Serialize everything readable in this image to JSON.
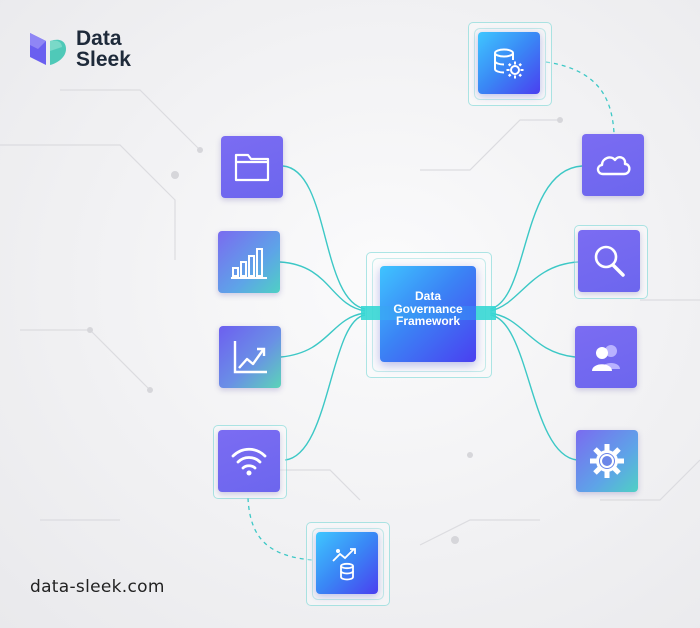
{
  "brand": {
    "name_line1": "Data",
    "name_line2": "Sleek",
    "url": "data-sleek.com"
  },
  "hub": {
    "title_line1": "Data",
    "title_line2": "Governance",
    "title_line3": "Framework"
  },
  "colors": {
    "connector": "#3cc8c6",
    "dark_text": "#1e2a3a",
    "accent_purple": "#6c60f0",
    "accent_teal": "#4fd0c4"
  },
  "left_nodes": [
    {
      "icon": "folder-icon"
    },
    {
      "icon": "bar-chart-icon"
    },
    {
      "icon": "line-trend-icon"
    },
    {
      "icon": "wifi-icon"
    }
  ],
  "right_nodes": [
    {
      "icon": "cloud-icon"
    },
    {
      "icon": "magnifier-icon"
    },
    {
      "icon": "user-group-icon"
    },
    {
      "icon": "gear-icon"
    }
  ],
  "satellite_nodes": [
    {
      "icon": "database-gear-icon"
    },
    {
      "icon": "database-growth-icon"
    }
  ]
}
